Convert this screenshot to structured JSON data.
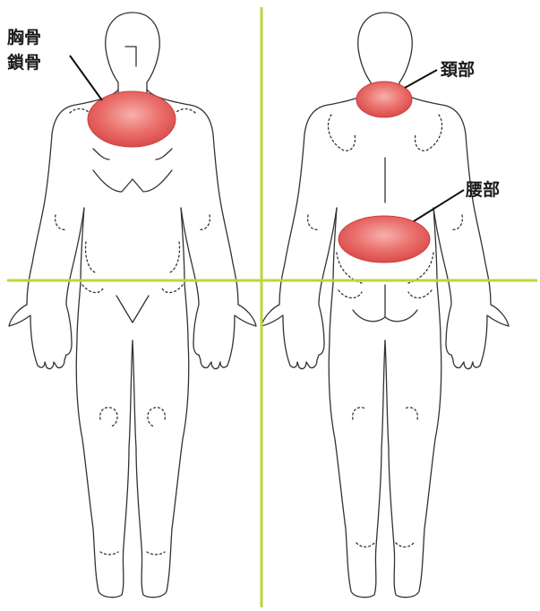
{
  "labels": {
    "chest": "胸骨",
    "clavicle": "鎖骨",
    "neck": "頚部",
    "lumbar": "腰部"
  },
  "colors": {
    "guide_lines": "#bcd63c",
    "pain_fill": "#e55a5a",
    "pain_center": "#f4a7a3",
    "body_outline": "#333333",
    "background": "#ffffff"
  }
}
